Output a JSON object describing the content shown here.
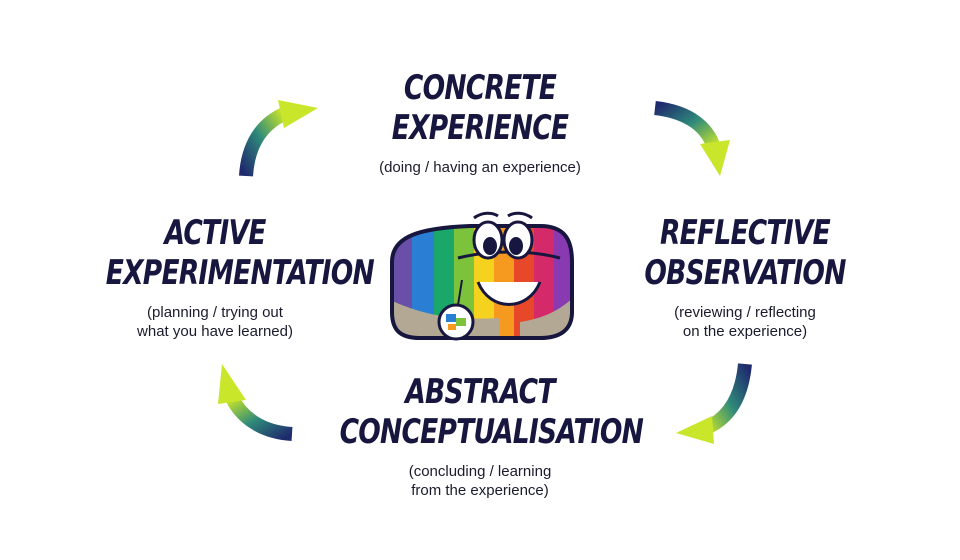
{
  "cycle": {
    "stages": [
      {
        "title_1": "CONCRETE",
        "title_2": "EXPERIENCE",
        "sub_1": "(doing / having an experience)",
        "sub_2": ""
      },
      {
        "title_1": "REFLECTIVE",
        "title_2": "OBSERVATION",
        "sub_1": "(reviewing / reflecting",
        "sub_2": "on the experience)"
      },
      {
        "title_1": "ABSTRACT",
        "title_2": "CONCEPTUALISATION",
        "sub_1": "(concluding / learning",
        "sub_2": "from the experience)"
      },
      {
        "title_1": "ACTIVE",
        "title_2": "EXPERIMENTATION",
        "sub_1": "(planning / trying out",
        "sub_2": "what you have learned)"
      }
    ]
  },
  "colors": {
    "title_text": "#16163f",
    "arrow_dark": "#1f2a6e",
    "arrow_light": "#c9e62a"
  },
  "icons": {
    "arrows": [
      "curved-arrow-icon",
      "curved-arrow-icon",
      "curved-arrow-icon",
      "curved-arrow-icon"
    ],
    "center": "rainbow-bag-mascot-icon"
  }
}
